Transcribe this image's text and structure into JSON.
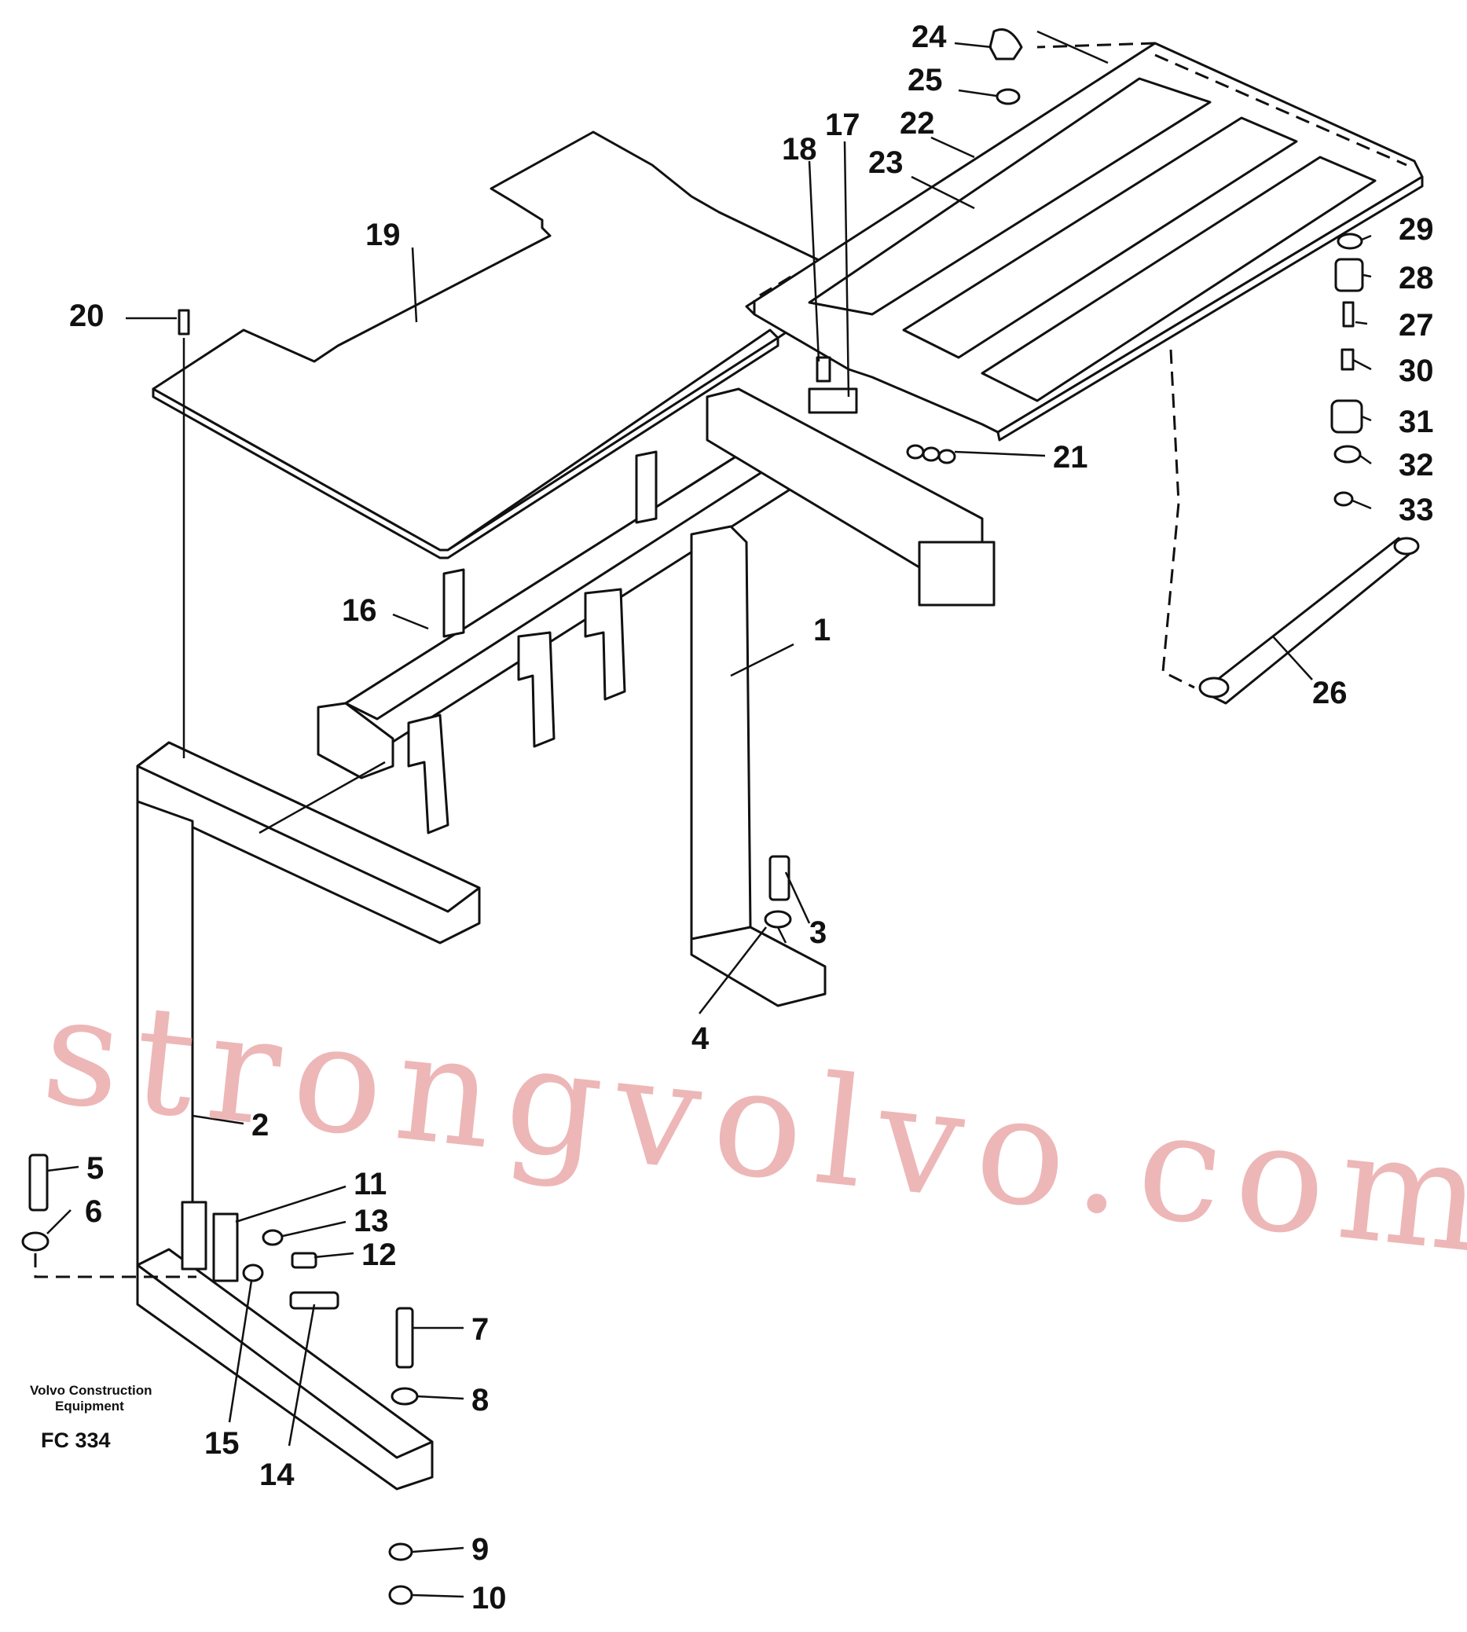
{
  "diagram": {
    "callouts": [
      {
        "id": "1",
        "label": "1"
      },
      {
        "id": "2",
        "label": "2"
      },
      {
        "id": "3",
        "label": "3"
      },
      {
        "id": "4",
        "label": "4"
      },
      {
        "id": "5",
        "label": "5"
      },
      {
        "id": "6",
        "label": "6"
      },
      {
        "id": "7",
        "label": "7"
      },
      {
        "id": "8",
        "label": "8"
      },
      {
        "id": "9",
        "label": "9"
      },
      {
        "id": "10",
        "label": "10"
      },
      {
        "id": "11",
        "label": "11"
      },
      {
        "id": "12",
        "label": "12"
      },
      {
        "id": "13",
        "label": "13"
      },
      {
        "id": "14",
        "label": "14"
      },
      {
        "id": "15",
        "label": "15"
      },
      {
        "id": "16",
        "label": "16"
      },
      {
        "id": "17",
        "label": "17"
      },
      {
        "id": "18",
        "label": "18"
      },
      {
        "id": "19",
        "label": "19"
      },
      {
        "id": "20",
        "label": "20"
      },
      {
        "id": "21",
        "label": "21"
      },
      {
        "id": "22",
        "label": "22"
      },
      {
        "id": "23",
        "label": "23"
      },
      {
        "id": "24",
        "label": "24"
      },
      {
        "id": "25",
        "label": "25"
      },
      {
        "id": "26",
        "label": "26"
      },
      {
        "id": "27",
        "label": "27"
      },
      {
        "id": "28",
        "label": "28"
      },
      {
        "id": "29",
        "label": "29"
      },
      {
        "id": "30",
        "label": "30"
      },
      {
        "id": "31",
        "label": "31"
      },
      {
        "id": "32",
        "label": "32"
      },
      {
        "id": "33",
        "label": "33"
      }
    ],
    "manufacturer_line1": "Volvo Construction",
    "manufacturer_line2": "Equipment",
    "figure_code": "FC 334",
    "watermark": "strongvolvo.com"
  }
}
